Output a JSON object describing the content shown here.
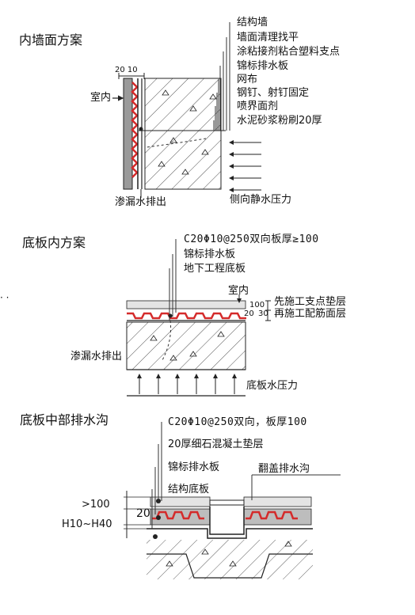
{
  "wall": {
    "title": "内墙面方案",
    "dim_label": "20 10",
    "indoor_label": "室内",
    "layers": [
      "结构墙",
      "墙面清理找平",
      "涂粘接剂粘合塑料支点",
      "锦标排水板",
      "网布",
      "钢钉、射钉固定",
      "喷界面剂",
      "水泥砂浆粉刷20厚"
    ],
    "seepage_label": "渗漏水排出",
    "pressure_label": "侧向静水压力"
  },
  "floor": {
    "title": "底板内方案",
    "layers": [
      "C20Φ10@250双向板厚≥100",
      "锦标排水板",
      "地下工程底板"
    ],
    "indoor_label": "室内",
    "dim_100": "100",
    "dim_20": "20",
    "dim_30": "30",
    "note_first": "先施工支点垫层",
    "note_then": "再施工配筋面层",
    "seepage_label": "渗漏水排出",
    "pressure_label": "底板水压力"
  },
  "trench": {
    "title": "底板中部排水沟",
    "layers": [
      "C20Φ10@250双向，板厚100",
      "20厚细石混凝土垫层",
      "锦标排水板",
      "结构底板"
    ],
    "cover_label": "翻盖排水沟",
    "dim_gt100": ">100",
    "dim_20": "20",
    "dim_h": "H10~H40"
  },
  "margin_mark": "· ·",
  "colors": {
    "line": "#1a1a1a",
    "board": "#d42b2b",
    "leader": "#333333"
  }
}
